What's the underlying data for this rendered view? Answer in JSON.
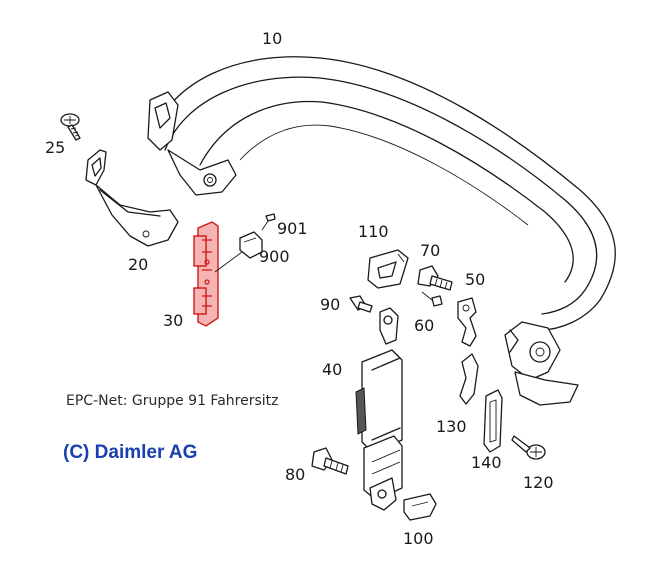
{
  "diagram": {
    "labels": [
      {
        "id": "p10",
        "text": "10"
      },
      {
        "id": "p25",
        "text": "25"
      },
      {
        "id": "p20",
        "text": "20"
      },
      {
        "id": "p901",
        "text": "901"
      },
      {
        "id": "p900",
        "text": "900"
      },
      {
        "id": "p30",
        "text": "30"
      },
      {
        "id": "p110",
        "text": "110"
      },
      {
        "id": "p70",
        "text": "70"
      },
      {
        "id": "p50",
        "text": "50"
      },
      {
        "id": "p90",
        "text": "90"
      },
      {
        "id": "p60",
        "text": "60"
      },
      {
        "id": "p40",
        "text": "40"
      },
      {
        "id": "p130",
        "text": "130"
      },
      {
        "id": "p140",
        "text": "140"
      },
      {
        "id": "p120",
        "text": "120"
      },
      {
        "id": "p80",
        "text": "80"
      },
      {
        "id": "p100",
        "text": "100"
      }
    ],
    "caption": "EPC-Net: Gruppe 91 Fahrersitz",
    "copyright": "(C) Daimler AG"
  },
  "colors": {
    "copyright": "#1a3fb0",
    "highlight": "#d01818"
  }
}
